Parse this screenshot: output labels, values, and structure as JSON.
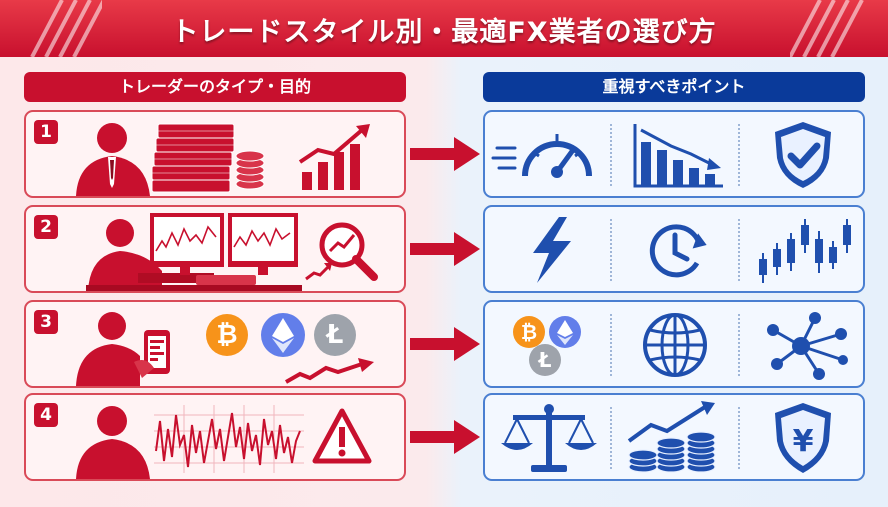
{
  "banner": {
    "title": "トレードスタイル別・最適FX業者の選び方"
  },
  "left_header": "トレーダーのタイプ・目的",
  "right_header": "重視すべきポイント",
  "rows": [
    {
      "number": "1"
    },
    {
      "number": "2"
    },
    {
      "number": "3"
    },
    {
      "number": "4"
    }
  ],
  "colors": {
    "red": "#c8102e",
    "navy": "#0a3a9a",
    "blue": "#1f4fae"
  }
}
